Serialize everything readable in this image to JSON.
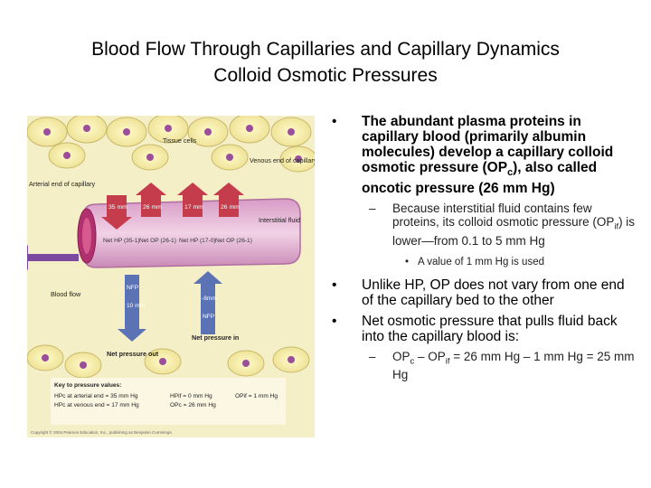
{
  "title": {
    "line1": "Blood Flow Through Capillaries and Capillary Dynamics",
    "line2": "Colloid Osmotic Pressures"
  },
  "bullets": {
    "b1": "The abundant plasma proteins in capillary blood (primarily albumin molecules) develop a capillary colloid osmotic pressure (OP",
    "b1_sub": "c",
    "b1_end": "), also called oncotic pressure (26 mm Hg)",
    "sub1": "Because interstitial fluid contains few proteins, its colloid osmotic pressure (OP",
    "sub1_sub": "if",
    "sub1_end": ") is lower—from 0.1 to 5 mm Hg",
    "subsub1": "A value of 1 mm Hg is used",
    "b2": "Unlike HP, OP does not vary from one end of the capillary bed to the other",
    "b3": "Net osmotic pressure that pulls fluid back into the capillary blood is:",
    "sub2_a": "OP",
    "sub2_a_sub": "c",
    "sub2_b": " – OP",
    "sub2_b_sub": "if",
    "sub2_c": " = 26 mm Hg – 1 mm Hg = 25 mm Hg"
  },
  "figure": {
    "labels": {
      "tissue_cells": "Tissue cells",
      "venous_end": "Venous end of capillary",
      "arterial_end": "Arterial end of capillary",
      "interstitial_fluid": "Interstitial fluid",
      "blood_flow": "Blood flow",
      "net_pressure_out": "Net pressure out",
      "net_pressure_in": "Net pressure in"
    },
    "boxes": {
      "a35": "35 mm",
      "a26": "26 mm",
      "v17": "17 mm",
      "v26": "26 mm",
      "net_hp_a": "Net HP (35-1)",
      "net_op_a": "Net OP (26-1)",
      "net_hp_v": "Net HP (17-0)",
      "net_op_v": "Net OP (26-1)",
      "nfp_out": "NFP",
      "out_val": "10 mm",
      "in_val": "-8mm",
      "nfp_in": "NFP"
    },
    "key": {
      "heading": "Key to pressure values:",
      "hpc_a": "HPc at arterial end = 35 mm Hg",
      "hpc_v": "HPc at venous end = 17 mm Hg",
      "hpif": "HPif = 0 mm Hg",
      "opc": "OPc = 26 mm Hg",
      "opif": "OPif = 1 mm Hg"
    },
    "copyright": "Copyright © 2004 Pearson Education, Inc., publishing as Benjamin Cummings."
  }
}
